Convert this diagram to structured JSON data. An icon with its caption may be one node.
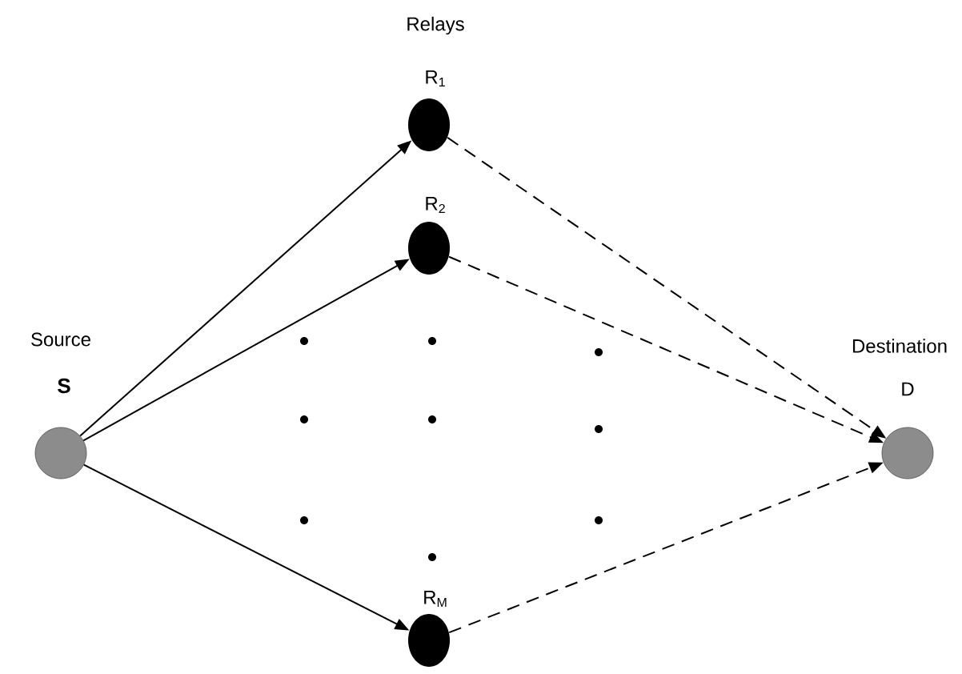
{
  "diagram": {
    "nodes": [
      {
        "text": [
          "Source",
          "S"
        ]
      },
      {
        "text": [
          "R$_{1}$"
        ]
      },
      {
        "text": [
          "R$_{2}$"
        ]
      },
      {
        "text": [
          "R$_{M}$"
        ]
      },
      {
        "text": [
          "Destination",
          "D"
        ]
      }
    ],
    "edges": [
      {
        "from": 0,
        "to": 1,
        "arrow": "to"
      },
      {
        "from": 0,
        "to": 2,
        "arrow": "to"
      },
      {
        "from": 0,
        "to": 3,
        "arrow": "to"
      },
      {
        "from": 1,
        "to": 4,
        "arrow": "to",
        "style": "dashed"
      },
      {
        "from": 2,
        "to": 4,
        "arrow": "to",
        "style": "dashed"
      },
      {
        "from": 3,
        "to": 4,
        "arrow": "to",
        "style": "dashed"
      }
    ],
    "labels": [
      "Relays"
    ]
  }
}
